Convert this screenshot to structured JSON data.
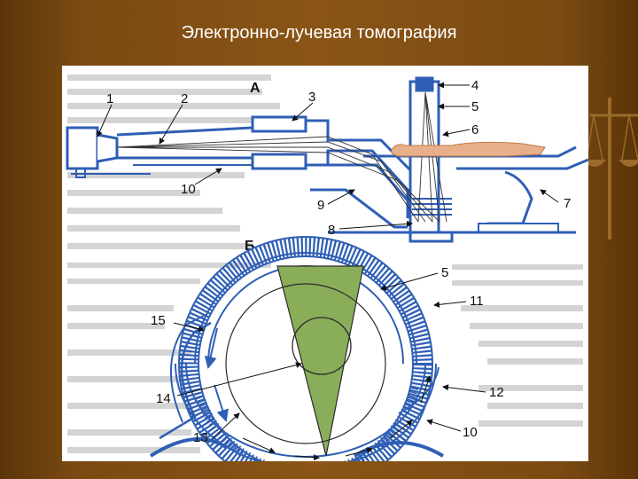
{
  "slide": {
    "title": "Электронно-лучевая томография"
  },
  "figure": {
    "panel_a_label": "А",
    "panel_b_label": "Б",
    "callouts": [
      "1",
      "2",
      "3",
      "4",
      "5",
      "6",
      "7",
      "8",
      "9",
      "10",
      "5",
      "11",
      "15",
      "14",
      "12",
      "13",
      "10"
    ]
  },
  "colors": {
    "background": "#7a4a12",
    "diagram_blue": "#2f5fb5",
    "fan_green": "#8aad5a",
    "patient": "#e8b08a"
  }
}
